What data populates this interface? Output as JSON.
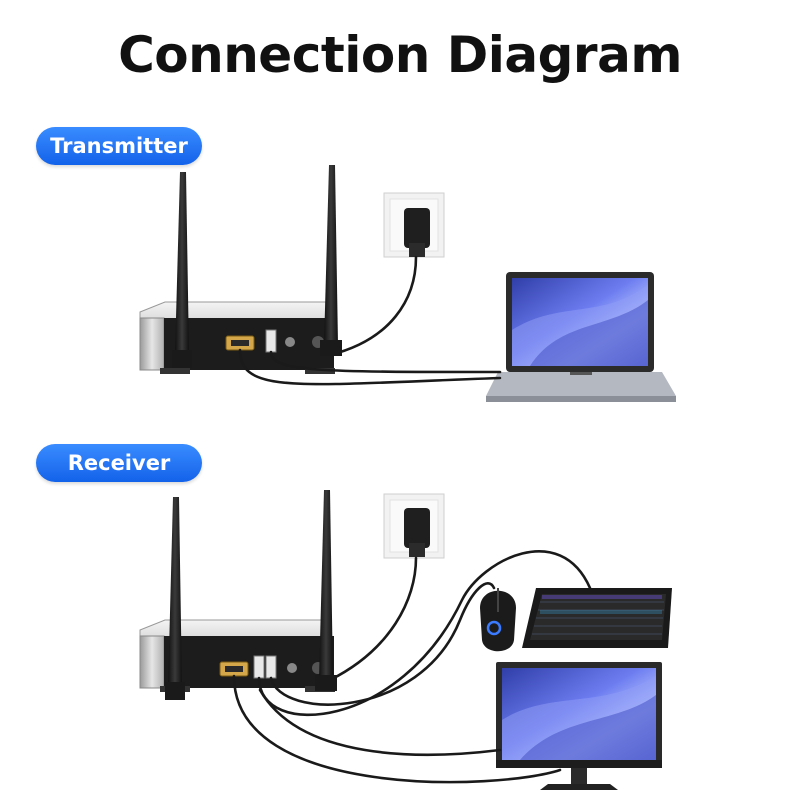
{
  "title": "Connection Diagram",
  "sections": [
    {
      "label": "Transmitter"
    },
    {
      "label": "Receiver"
    }
  ],
  "colors": {
    "accent": "#1c6cf2",
    "cable": "#1a1a1a",
    "screen": "#4a5fd6"
  }
}
